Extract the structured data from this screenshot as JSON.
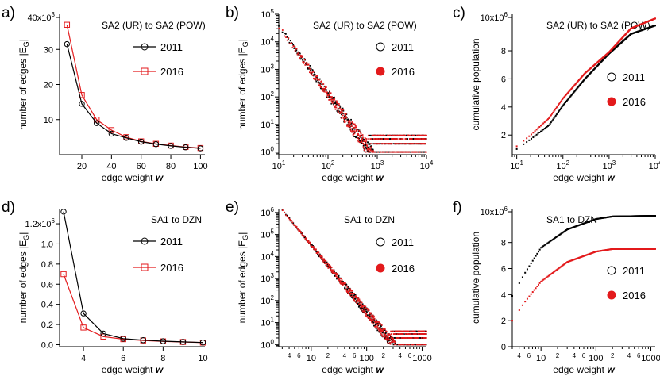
{
  "chart_data": [
    {
      "panel": "a)",
      "type": "line",
      "title": "SA2 (UR) to SA2 (POW)",
      "xlabel": "edge weight",
      "xlabel_var": "w",
      "ylabel": "number of edges |E",
      "ylabel_sub": "G",
      "ylabel_end": "|",
      "xscale": "linear",
      "yscale": "linear",
      "xlim": [
        5,
        103
      ],
      "ylim": [
        0,
        40
      ],
      "xticks": [
        20,
        40,
        60,
        80,
        100
      ],
      "yticks": [
        {
          "v": 10,
          "t": "10"
        },
        {
          "v": 20,
          "t": "20"
        },
        {
          "v": 30,
          "t": "30"
        }
      ],
      "ytop_label": "40x10",
      "ytop_exp": "3",
      "x": [
        10,
        20,
        30,
        40,
        50,
        60,
        70,
        80,
        90,
        100
      ],
      "series": [
        {
          "name": "2011",
          "color": "#000000",
          "marker": "circle",
          "values": [
            31.5,
            14.5,
            9,
            6,
            4.8,
            3.7,
            3,
            2.5,
            2.1,
            1.8
          ]
        },
        {
          "name": "2016",
          "color": "#e31a1c",
          "marker": "square",
          "values": [
            37,
            17,
            10,
            7,
            5,
            3.8,
            3.1,
            2.6,
            2.2,
            1.9
          ]
        }
      ]
    },
    {
      "panel": "b)",
      "type": "scatter",
      "title": "SA2 (UR) to SA2 (POW)",
      "xlabel": "edge weight",
      "xlabel_var": "w",
      "ylabel": "number of edges |E",
      "ylabel_sub": "G",
      "ylabel_end": "|",
      "xscale": "log",
      "yscale": "log",
      "xlim": [
        10,
        10000
      ],
      "ylim": [
        0.8,
        100000
      ],
      "xticks": [
        {
          "v": 10,
          "b": "10",
          "e": "1"
        },
        {
          "v": 100,
          "b": "10",
          "e": "2"
        },
        {
          "v": 1000,
          "b": "10",
          "e": "3"
        },
        {
          "v": 10000,
          "b": "10",
          "e": "4"
        }
      ],
      "yticks": [
        {
          "v": 1,
          "b": "10",
          "e": "0"
        },
        {
          "v": 10,
          "b": "10",
          "e": "1"
        },
        {
          "v": 100,
          "b": "10",
          "e": "2"
        },
        {
          "v": 1000,
          "b": "10",
          "e": "3"
        },
        {
          "v": 10000,
          "b": "10",
          "e": "4"
        },
        {
          "v": 100000,
          "b": "10",
          "e": "5"
        }
      ],
      "powerlaw": {
        "x0": 10,
        "y0": 36000,
        "slope": -2.45,
        "xmax": 2500
      },
      "series": [
        {
          "name": "2011",
          "color": "#000000",
          "marker": "circle"
        },
        {
          "name": "2016",
          "color": "#e31a1c",
          "marker": "filled"
        }
      ]
    },
    {
      "panel": "c)",
      "type": "scatter",
      "title": "SA2 (UR) to SA2 (POW)",
      "xlabel": "edge weight",
      "xlabel_var": "w",
      "ylabel": "cumulative population",
      "xscale": "log",
      "yscale": "linear",
      "xlim": [
        8,
        10000
      ],
      "ylim": [
        0.6,
        10.6
      ],
      "xticks": [
        {
          "v": 10,
          "b": "10",
          "e": "1"
        },
        {
          "v": 100,
          "b": "10",
          "e": "2"
        },
        {
          "v": 1000,
          "b": "10",
          "e": "3"
        },
        {
          "v": 10000,
          "b": "10",
          "e": "4"
        }
      ],
      "yticks": [
        {
          "v": 2,
          "t": "2"
        },
        {
          "v": 4,
          "t": "4"
        },
        {
          "v": 6,
          "t": "6"
        },
        {
          "v": 8,
          "t": "8"
        }
      ],
      "ytop_label": "10x10",
      "ytop_exp": "6",
      "curve_points": [
        {
          "x": 10,
          "y2011": 1.0,
          "y2016": 1.2
        },
        {
          "x": 20,
          "y2011": 1.7,
          "y2016": 2.0
        },
        {
          "x": 50,
          "y2011": 2.7,
          "y2016": 3.2
        },
        {
          "x": 100,
          "y2011": 4.1,
          "y2016": 4.6
        },
        {
          "x": 300,
          "y2011": 6.0,
          "y2016": 6.4
        },
        {
          "x": 1000,
          "y2011": 7.8,
          "y2016": 7.9
        },
        {
          "x": 3000,
          "y2011": 9.2,
          "y2016": 9.6
        },
        {
          "x": 10000,
          "y2011": 9.8,
          "y2016": 10.3
        }
      ],
      "series": [
        {
          "name": "2011",
          "color": "#000000",
          "marker": "circle"
        },
        {
          "name": "2016",
          "color": "#e31a1c",
          "marker": "filled"
        }
      ]
    },
    {
      "panel": "d)",
      "type": "line",
      "title": "SA1 to DZN",
      "xlabel": "edge weight",
      "xlabel_var": "w",
      "ylabel": "number of edges |E",
      "ylabel_sub": "G",
      "ylabel_end": "|",
      "xscale": "linear",
      "yscale": "linear",
      "xlim": [
        2.8,
        10.1
      ],
      "ylim": [
        -0.02,
        1.35
      ],
      "xticks": [
        4,
        6,
        8,
        10
      ],
      "yticks": [
        {
          "v": 0,
          "t": "0.0"
        },
        {
          "v": 0.2,
          "t": "0.2"
        },
        {
          "v": 0.4,
          "t": "0.4"
        },
        {
          "v": 0.6,
          "t": "0.6"
        },
        {
          "v": 0.8,
          "t": "0.8"
        },
        {
          "v": 1.0,
          "t": "1.0"
        }
      ],
      "ytop_label": "1.2x10",
      "ytop_exp": "6",
      "ytop_value": 1.2,
      "x": [
        3,
        4,
        5,
        6,
        7,
        8,
        9,
        10
      ],
      "series": [
        {
          "name": "2011",
          "color": "#000000",
          "marker": "circle",
          "values": [
            1.32,
            0.31,
            0.11,
            0.06,
            0.045,
            0.035,
            0.028,
            0.022
          ]
        },
        {
          "name": "2016",
          "color": "#e31a1c",
          "marker": "square",
          "values": [
            0.7,
            0.17,
            0.08,
            0.055,
            0.042,
            0.033,
            0.027,
            0.021
          ]
        }
      ]
    },
    {
      "panel": "e)",
      "type": "scatter",
      "title": "SA1 to DZN",
      "xlabel": "edge weight",
      "xlabel_var": "w",
      "ylabel": "number of edges |E",
      "ylabel_sub": "G",
      "ylabel_end": "|",
      "xscale": "log",
      "yscale": "log",
      "xlim": [
        2.6,
        1200
      ],
      "ylim": [
        0.8,
        1500000
      ],
      "xticks": [
        {
          "v": 10,
          "t": "10"
        },
        {
          "v": 100,
          "t": "100"
        },
        {
          "v": 1000,
          "t": "1000"
        }
      ],
      "xminor_labels": [
        {
          "v": 4,
          "t": "4"
        },
        {
          "v": 6,
          "t": "6"
        },
        {
          "v": 20,
          "t": "2"
        },
        {
          "v": 40,
          "t": "4"
        },
        {
          "v": 60,
          "t": "6"
        },
        {
          "v": 200,
          "t": "2"
        },
        {
          "v": 400,
          "t": "4"
        },
        {
          "v": 600,
          "t": "6"
        }
      ],
      "yticks": [
        {
          "v": 1,
          "b": "10",
          "e": "0"
        },
        {
          "v": 10,
          "b": "10",
          "e": "1"
        },
        {
          "v": 100,
          "b": "10",
          "e": "2"
        },
        {
          "v": 1000,
          "b": "10",
          "e": "3"
        },
        {
          "v": 10000,
          "b": "10",
          "e": "4"
        },
        {
          "v": 100000,
          "b": "10",
          "e": "5"
        },
        {
          "v": 1000000,
          "b": "10",
          "e": "6"
        }
      ],
      "powerlaw": {
        "x0": 3,
        "y0": 1300000,
        "slope": -3.05,
        "xmax": 240
      },
      "series": [
        {
          "name": "2011",
          "color": "#000000",
          "marker": "circle"
        },
        {
          "name": "2016",
          "color": "#e31a1c",
          "marker": "filled"
        }
      ]
    },
    {
      "panel": "f)",
      "type": "scatter",
      "title": "SA1 to DZN",
      "xlabel": "edge weight",
      "xlabel_var": "w",
      "ylabel": "cumulative population",
      "xscale": "log",
      "yscale": "linear",
      "xlim": [
        3,
        1200
      ],
      "ylim": [
        0,
        10.6
      ],
      "xticks": [
        {
          "v": 10,
          "t": "10"
        },
        {
          "v": 100,
          "t": "100"
        },
        {
          "v": 1000,
          "t": "1000"
        }
      ],
      "xminor_labels": [
        {
          "v": 4,
          "t": "4"
        },
        {
          "v": 6,
          "t": "6"
        },
        {
          "v": 20,
          "t": "2"
        },
        {
          "v": 40,
          "t": "4"
        },
        {
          "v": 60,
          "t": "6"
        },
        {
          "v": 200,
          "t": "2"
        },
        {
          "v": 400,
          "t": "4"
        },
        {
          "v": 600,
          "t": "6"
        }
      ],
      "yticks": [
        {
          "v": 0,
          "t": "0"
        },
        {
          "v": 2,
          "t": "2"
        },
        {
          "v": 4,
          "t": "4"
        },
        {
          "v": 6,
          "t": "6"
        },
        {
          "v": 8,
          "t": "8"
        }
      ],
      "ytop_label": "10x10",
      "ytop_exp": "6",
      "curve_points": [
        {
          "x": 3,
          "y2011": 3.9,
          "y2016": 2.0
        },
        {
          "x": 5,
          "y2011": 5.6,
          "y2016": 3.4
        },
        {
          "x": 10,
          "y2011": 7.6,
          "y2016": 5.0
        },
        {
          "x": 30,
          "y2011": 9.0,
          "y2016": 6.5
        },
        {
          "x": 100,
          "y2011": 9.8,
          "y2016": 7.3
        },
        {
          "x": 200,
          "y2011": 10.0,
          "y2016": 7.5
        },
        {
          "x": 1200,
          "y2011": 10.05,
          "y2016": 7.5
        }
      ],
      "series": [
        {
          "name": "2011",
          "color": "#000000",
          "marker": "circle"
        },
        {
          "name": "2016",
          "color": "#e31a1c",
          "marker": "filled"
        }
      ]
    }
  ]
}
